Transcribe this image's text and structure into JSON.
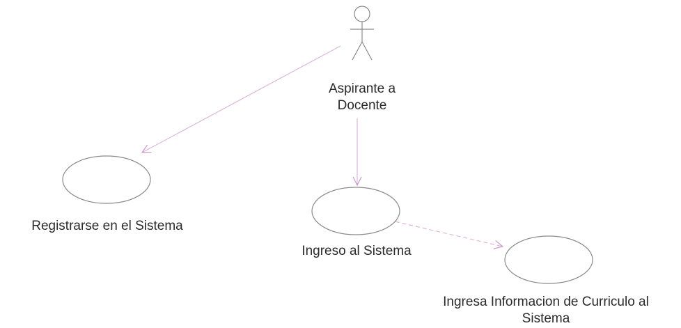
{
  "diagram": {
    "actor": {
      "name_line1": "Aspirante a",
      "name_line2": "Docente"
    },
    "use_cases": {
      "register": "Registrarse en el Sistema",
      "login": "Ingreso al Sistema",
      "curriculum_line1": "Ingresa Informacion de Curriculo al",
      "curriculum_line2": "Sistema"
    }
  },
  "colors": {
    "outline": "#8a8a8a",
    "association": "#d9b8d9",
    "text": "#2a2a2a"
  }
}
